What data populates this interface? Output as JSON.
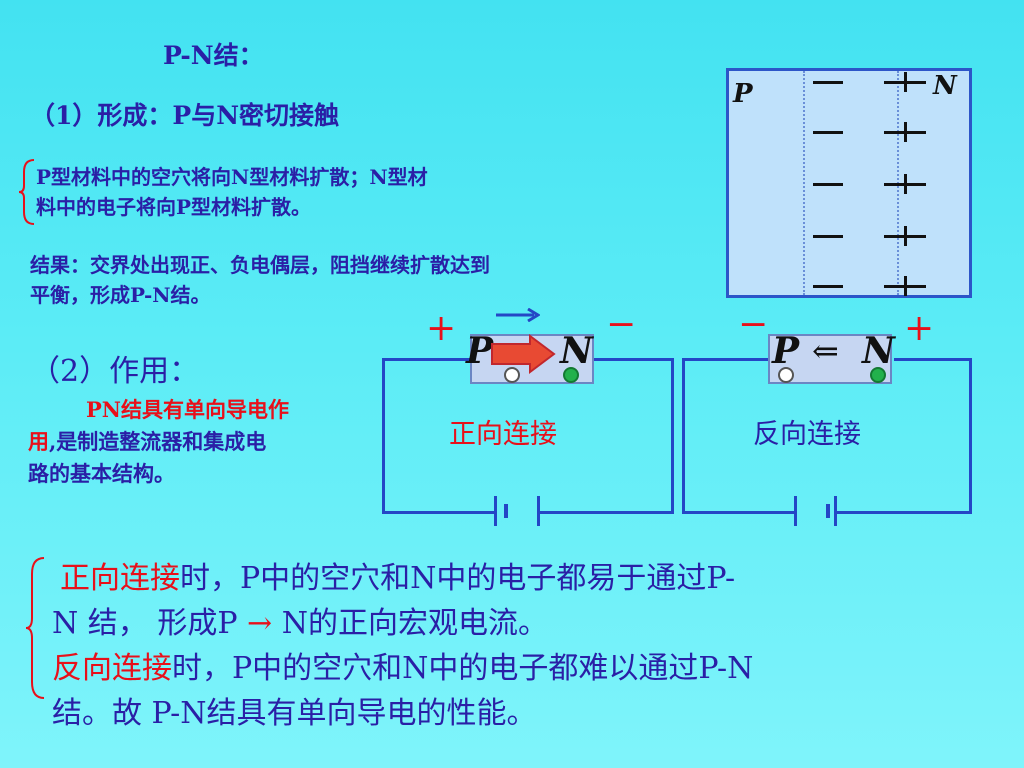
{
  "title": "P-N结：",
  "section1": {
    "label": "（1）形成：P与N密切接触"
  },
  "diffusion": {
    "line1": "P型材料中的空穴将向N型材料扩散；N型材",
    "line2": "料中的电子将向P型材料扩散。"
  },
  "result": {
    "line1": "结果：交界处出现正、负电偶层，阻挡继续扩散达到",
    "line2": "平衡，形成P-N结。"
  },
  "junction": {
    "p_label": "P",
    "n_label": "N",
    "minus": "—",
    "plus": "+"
  },
  "section2": {
    "label": "（2）作用："
  },
  "function": {
    "line1_red": "PN结具有单向导电作",
    "line2_red": "用",
    "line2_blue": ",是制造整流器和集成电",
    "line3": "路的基本结构。"
  },
  "forward": {
    "plus": "+",
    "minus": "−",
    "p": "P",
    "n": "N",
    "caption": "正向连接"
  },
  "reverse": {
    "minus": "−",
    "plus": "+",
    "p": "P",
    "arrow": "⇐",
    "n": "N",
    "caption": "反向连接"
  },
  "conclusion": {
    "l1_red": "正向连接",
    "l1_blue": "时，P中的空穴和N中的电子都易于通过P-",
    "l2_a": "N  结， 形成P ",
    "l2_arrow": "→",
    "l2_b": " N的正向宏观电流。",
    "l3_red": "反向连接",
    "l3_blue": "时，P中的空穴和N中的电子都难以通过P-N",
    "l4": "结。故 P-N结具有单向导电的性能。"
  },
  "colors": {
    "text_blue": "#2a1fa6",
    "text_red": "#e8101a",
    "wire_blue": "#2446c6",
    "dot_green": "#22b14c"
  }
}
